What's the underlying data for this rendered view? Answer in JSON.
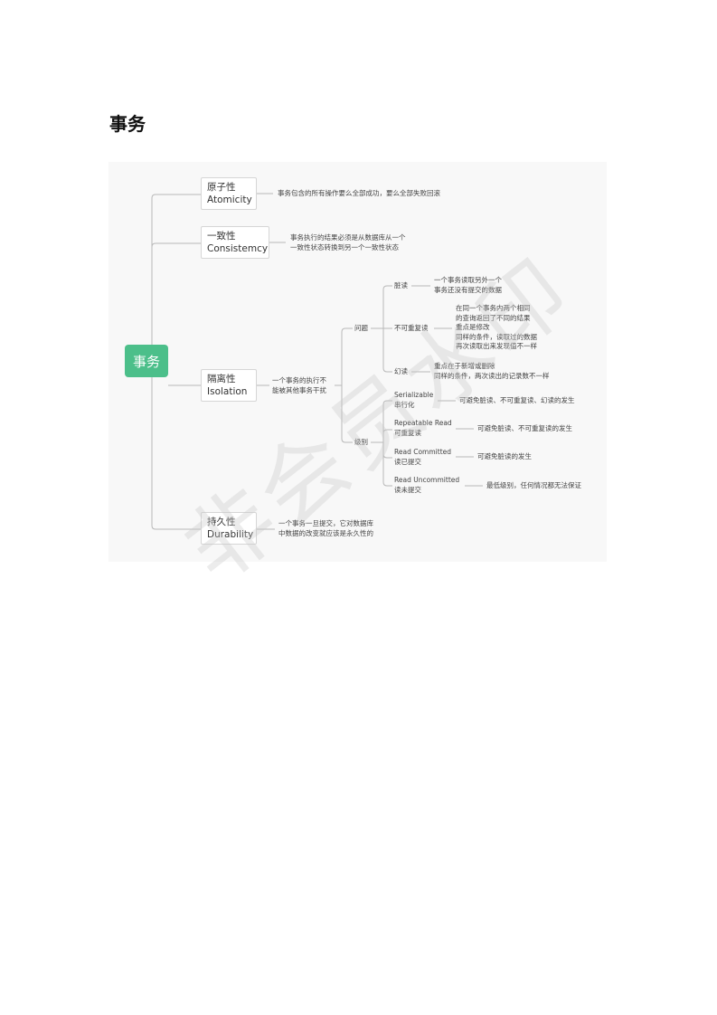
{
  "title": "事务",
  "root": "事务",
  "atomicity": {
    "cn": "原子性",
    "en": "Atomicity",
    "desc": "事务包含的所有操作要么全部成功，要么全部失败回滚"
  },
  "consistency": {
    "cn": "一致性",
    "en": "Consistemcy",
    "desc": [
      "事务执行的结果必须是从数据库从一个",
      "一致性状态转换到另一个一致性状态"
    ]
  },
  "isolation": {
    "cn": "隔离性",
    "en": "Isolation",
    "desc": [
      "一个事务的执行不",
      "能被其他事务干扰"
    ],
    "problems": {
      "label": "问题",
      "dirty_read": {
        "label": "脏读",
        "desc": [
          "一个事务读取另外一个",
          "事务还没有提交的数据"
        ]
      },
      "non_repeatable": {
        "label": "不可重复读",
        "desc": [
          "在同一个事务内两个相同",
          "的查询返回了不同的结果",
          "重点是修改",
          "同样的条件，读取过的数据",
          "再次读取出来发现值不一样"
        ]
      },
      "phantom": {
        "label": "幻读",
        "desc": [
          "重点在于新增或删除",
          "同样的条件，两次读出的记录数不一样"
        ]
      }
    },
    "levels": {
      "label": "级别",
      "serializable": {
        "en": "Serializable",
        "cn": "串行化",
        "desc": "可避免脏读、不可重复读、幻读的发生"
      },
      "repeatable_read": {
        "en": "Repeatable Read",
        "cn": "可重复读",
        "desc": "可避免脏读、不可重复读的发生"
      },
      "read_committed": {
        "en": "Read Committed",
        "cn": "读已提交",
        "desc": "可避免脏读的发生"
      },
      "read_uncommitted": {
        "en": "Read Uncommitted",
        "cn": "读未提交",
        "desc": "最低级别，任何情况都无法保证"
      }
    }
  },
  "durability": {
    "cn": "持久性",
    "en": "Durability",
    "desc": [
      "一个事务一旦提交，它对数据库",
      "中数据的改变就应该是永久性的"
    ]
  },
  "watermark": "非会员水印"
}
